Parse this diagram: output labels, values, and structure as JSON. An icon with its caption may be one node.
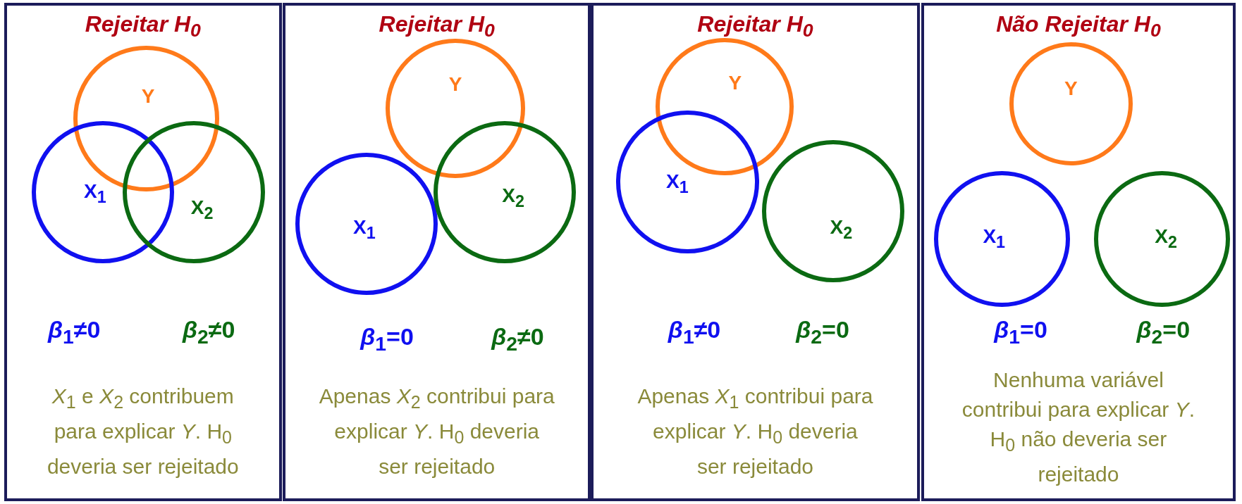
{
  "diagram": {
    "nodes": [
      {
        "text": [
          "Rejeitar H$_{0}$",
          "*β*$_{1}$≠0",
          "*β*$_{2}$≠0",
          "*X*$_{1}$ e *X*$_{2}$ contribuem para explicar *Y*. H$_{0}$ deveria ser rejeitado"
        ]
      },
      {
        "text": [
          "Y"
        ],
        "in": 0
      },
      {
        "text": [
          "X$_{1}$"
        ],
        "in": 0
      },
      {
        "text": [
          "X$_{2}$"
        ],
        "in": 0
      },
      {
        "text": [
          "Rejeitar H$_{0}$",
          "*β*$_{1}$=0",
          "*β*$_{2}$≠0",
          "Apenas *X*$_{2}$ contribui para explicar *Y*. H$_{0}$ deveria ser rejeitado"
        ]
      },
      {
        "text": [
          "Y"
        ],
        "in": 4
      },
      {
        "text": [
          "X$_{1}$"
        ],
        "in": 4
      },
      {
        "text": [
          "X$_{2}$"
        ],
        "in": 4
      },
      {
        "text": [
          "Rejeitar H$_{0}$",
          "*β*$_{1}$≠0",
          "*β*$_{2}$=0",
          "Apenas *X*$_{1}$ contribui para explicar *Y*. H$_{0}$ deveria ser rejeitado"
        ]
      },
      {
        "text": [
          "Y"
        ],
        "in": 8
      },
      {
        "text": [
          "X$_{1}$"
        ],
        "in": 8
      },
      {
        "text": [
          "X$_{2}$"
        ],
        "in": 8
      },
      {
        "text": [
          "Não Rejeitar H$_{0}$",
          "*β*$_{1}$=0",
          "*β*$_{2}$=0",
          "Nenhuma variável contribui para explicar *Y*. H$_{0}$ não deveria ser rejeitado"
        ]
      },
      {
        "text": [
          "Y"
        ],
        "in": 12
      },
      {
        "text": [
          "X$_{1}$"
        ],
        "in": 12
      },
      {
        "text": [
          "X$_{2}$"
        ],
        "in": 12
      }
    ]
  }
}
